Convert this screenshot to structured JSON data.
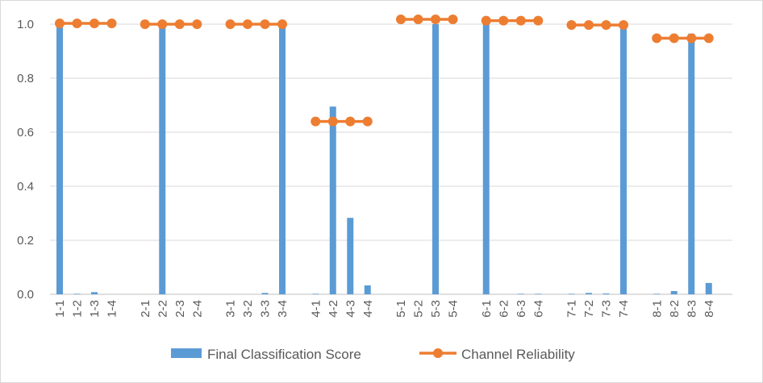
{
  "chart_data": {
    "type": "bar",
    "categories": [
      "1-1",
      "1-2",
      "1-3",
      "1-4",
      "2-1",
      "2-2",
      "2-3",
      "2-4",
      "3-1",
      "3-2",
      "3-3",
      "3-4",
      "4-1",
      "4-2",
      "4-3",
      "4-4",
      "5-1",
      "5-2",
      "5-3",
      "5-4",
      "6-1",
      "6-2",
      "6-3",
      "6-4",
      "7-1",
      "7-2",
      "7-3",
      "7-4",
      "8-1",
      "8-2",
      "8-3",
      "8-4"
    ],
    "groups": 8,
    "group_size": 4,
    "series": [
      {
        "name": "Final Classification Score",
        "type": "bar",
        "color": "#5b9bd5",
        "values": [
          1.0,
          0.002,
          0.008,
          0.0,
          0.0,
          1.0,
          0.0,
          0.0,
          0.0,
          0.0,
          0.005,
          1.0,
          0.002,
          0.695,
          0.283,
          0.033,
          0.0,
          0.0,
          1.0,
          0.0,
          1.0,
          0.0,
          0.002,
          0.002,
          0.002,
          0.005,
          0.003,
          1.0,
          0.002,
          0.012,
          0.965,
          0.042
        ]
      },
      {
        "name": "Channel Reliability",
        "type": "line",
        "color": "#ed7d31",
        "values": [
          1.003,
          1.003,
          1.003,
          1.003,
          1.0,
          1.0,
          1.0,
          1.0,
          1.0,
          1.0,
          1.0,
          1.0,
          0.64,
          0.64,
          0.64,
          0.64,
          1.018,
          1.018,
          1.018,
          1.018,
          1.013,
          1.013,
          1.013,
          1.013,
          0.997,
          0.997,
          0.997,
          0.997,
          0.948,
          0.948,
          0.948,
          0.948
        ]
      }
    ],
    "yticks": [
      "0.0",
      "0.2",
      "0.4",
      "0.6",
      "0.8",
      "1.0"
    ],
    "ylim": [
      0,
      1.0
    ],
    "grid": true,
    "legend": "bottom"
  }
}
